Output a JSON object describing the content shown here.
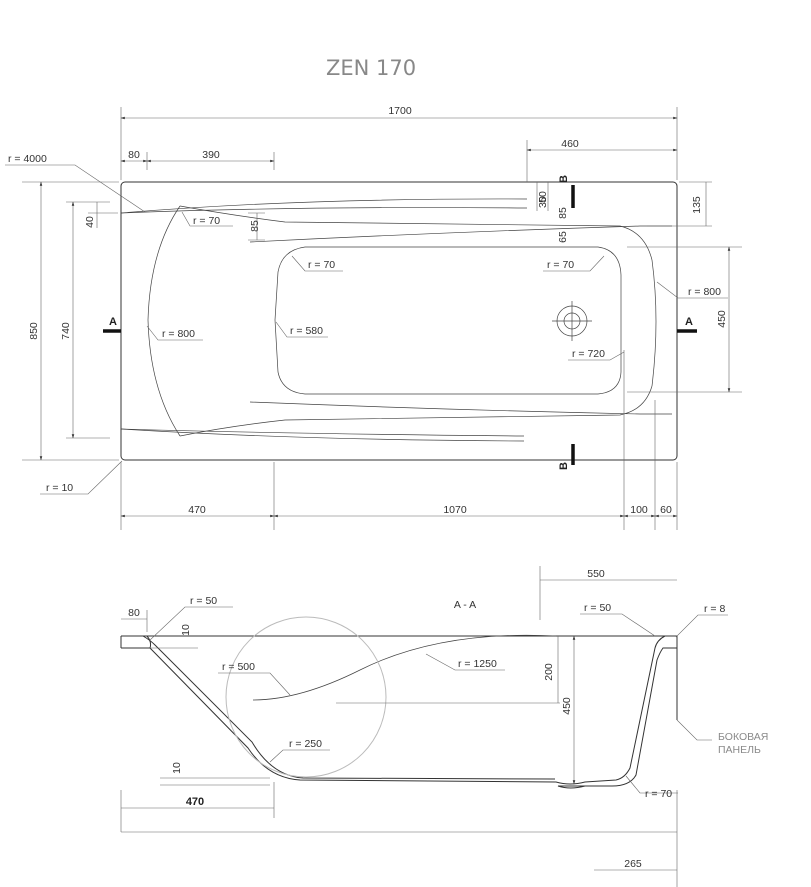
{
  "title": "ZEN 170",
  "plan": {
    "overall_length": "1700",
    "dim_top_80": "80",
    "dim_top_390": "390",
    "dim_top_460": "460",
    "dim_bottom_470": "470",
    "dim_bottom_1070": "1070",
    "dim_bottom_100": "100",
    "dim_bottom_60": "60",
    "dim_left_850": "850",
    "dim_left_740": "740",
    "dim_left_40": "40",
    "dim_right_135": "135",
    "dim_right_450": "450",
    "dim_v_50": "50",
    "dim_v_30": "30",
    "dim_v_85a": "85",
    "dim_v_85b": "85",
    "dim_v_65": "65",
    "r_4000": "r = 4000",
    "r_70_left": "r = 70",
    "r_70_basin_l": "r = 70",
    "r_70_basin_r": "r = 70",
    "r_800_left": "r = 800",
    "r_580": "r = 580",
    "r_800_right": "r = 800",
    "r_720": "r = 720",
    "r_10": "r = 10",
    "sect_a": "A",
    "sect_b": "B"
  },
  "section": {
    "label": "A - A",
    "dim_550": "550",
    "dim_80": "80",
    "dim_10_top": "10",
    "dim_10_bottom": "10",
    "dim_470": "470",
    "dim_200": "200",
    "dim_450": "450",
    "dim_265": "265",
    "r_50_left": "r = 50",
    "r_50_right": "r = 50",
    "r_8": "r = 8",
    "r_500": "r = 500",
    "r_1250": "r = 1250",
    "r_250": "r = 250",
    "r_70": "r = 70",
    "side_panel_line1": "БОКОВАЯ",
    "side_panel_line2": "ПАНЕЛЬ"
  }
}
